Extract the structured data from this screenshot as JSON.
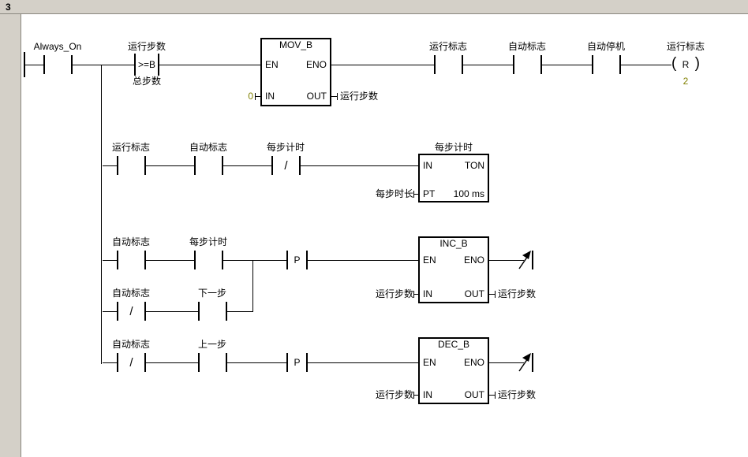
{
  "network": {
    "number": "3"
  },
  "colors": {
    "wire": "#000000",
    "constant": "#808000",
    "chrome": "#d4d0c8"
  },
  "rung1": {
    "always_on": "Always_On",
    "compare": {
      "top_operand": "运行步数",
      "operator": ">=B",
      "bottom_operand": "总步数"
    },
    "mov_box": {
      "title": "MOV_B",
      "en": "EN",
      "eno": "ENO",
      "in": "IN",
      "out": "OUT",
      "in_value": "0",
      "out_operand": "运行步数"
    },
    "run_flag": "运行标志",
    "auto_flag": "自动标志",
    "auto_stop": "自动停机",
    "coil": {
      "operand": "运行标志",
      "symbol": "R",
      "count": "2"
    }
  },
  "rung2": {
    "run_flag": "运行标志",
    "auto_flag": "自动标志",
    "step_timer_nc": {
      "operand": "每步计时",
      "nc": "/"
    },
    "ton_box": {
      "label": "每步计时",
      "in": "IN",
      "type": "TON",
      "pt": "PT",
      "time_base": "100 ms",
      "pt_operand": "每步时长"
    }
  },
  "rung3": {
    "auto_flag": "自动标志",
    "step_timer": "每步计时",
    "branch": {
      "auto_flag_nc": {
        "operand": "自动标志",
        "nc": "/"
      },
      "next_step": "下一步"
    },
    "edge": "P",
    "inc_box": {
      "title": "INC_B",
      "en": "EN",
      "eno": "ENO",
      "in": "IN",
      "out": "OUT",
      "in_operand": "运行步数",
      "out_operand": "运行步数"
    }
  },
  "rung4": {
    "auto_flag_nc": {
      "operand": "自动标志",
      "nc": "/"
    },
    "prev_step": "上一步",
    "edge": "P",
    "dec_box": {
      "title": "DEC_B",
      "en": "EN",
      "eno": "ENO",
      "in": "IN",
      "out": "OUT",
      "in_operand": "运行步数",
      "out_operand": "运行步数"
    }
  }
}
